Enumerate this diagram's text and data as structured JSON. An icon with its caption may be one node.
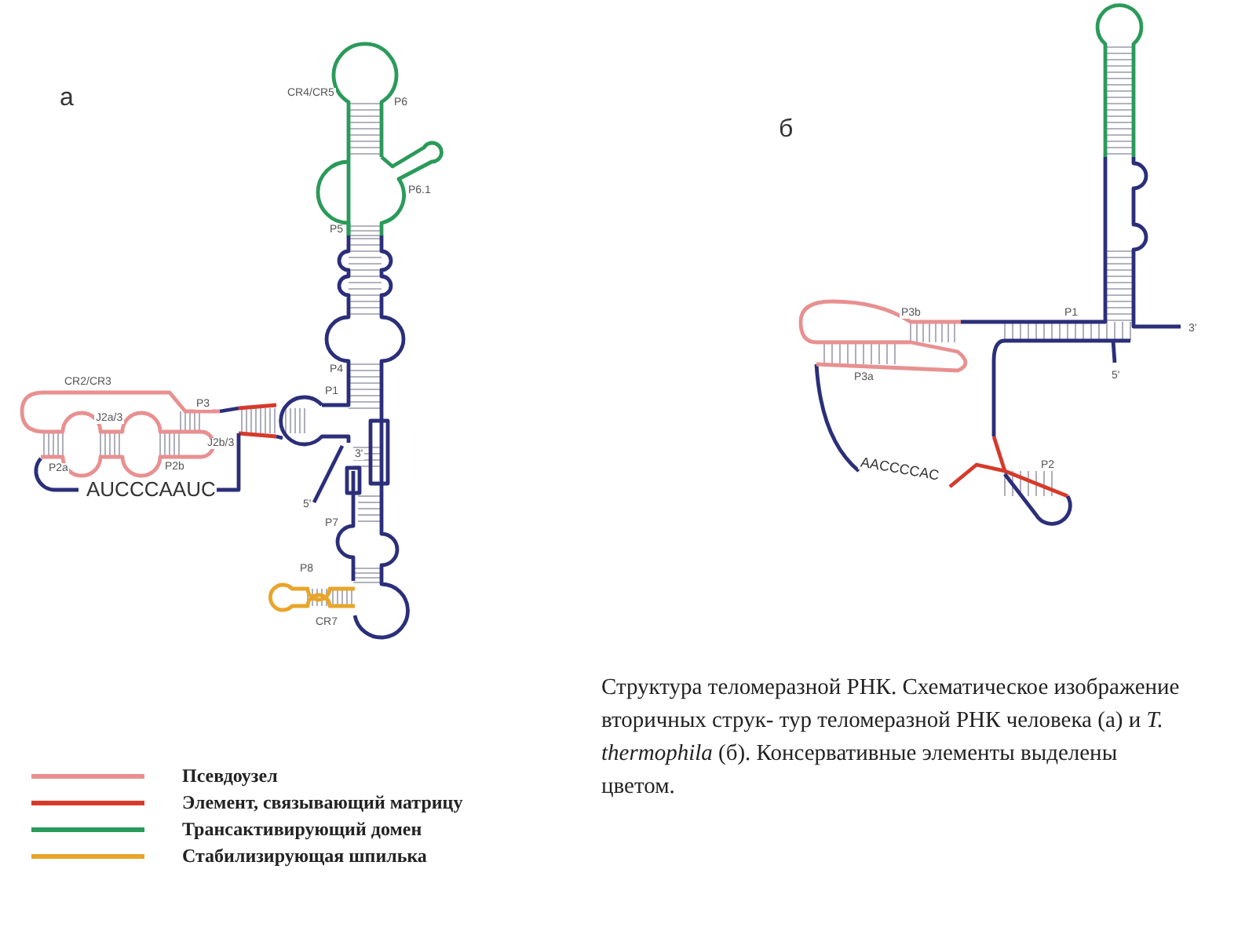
{
  "diagram": {
    "caption": "Структура теломеразной РНК. Схематическое изображение вторичных струк- тур теломеразной РНК человека (а) и *T. thermophila* (б). Консервативные элементы выделены цветом.",
    "labels": [
      "а",
      "CR4/CR5",
      "P6",
      "P6.1",
      "P5",
      "P4",
      "CR2/CR3",
      "P3",
      "P1",
      "J2a/3",
      "J2b/3",
      "P2a",
      "P2b",
      "3'",
      "AUCCCAAUC",
      "5'",
      "P7",
      "P8",
      "CR7",
      "б",
      "P3b",
      "P1",
      "3'",
      "P3a",
      "5'",
      "AACCCCAC",
      "P2"
    ],
    "legend": [
      {
        "text": "Псевдоузел",
        "color": "#e89090"
      },
      {
        "text": "Элемент, связывающий матрицу",
        "color": "#d63a2a"
      },
      {
        "text": "Трансактивирующий домен",
        "color": "#2a9a5a"
      },
      {
        "text": "Стабилизирующая шпилька",
        "color": "#e8a52a"
      }
    ]
  }
}
